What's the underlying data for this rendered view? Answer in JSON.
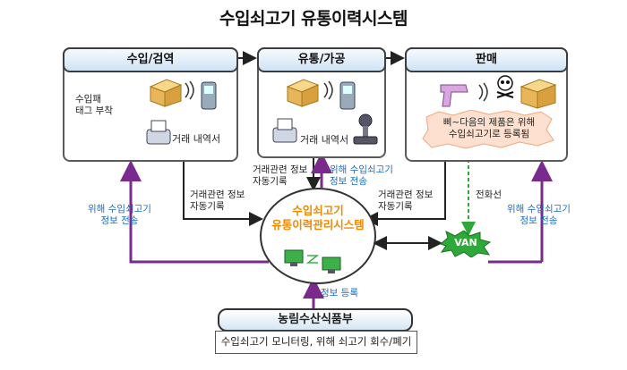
{
  "title": "수입쇠고기 유통이력시스템",
  "stages": [
    {
      "label": "수입/검역",
      "side_text": [
        "수입패",
        "태그 부착"
      ],
      "doc_label": "거래 내역서"
    },
    {
      "label": "유통/가공",
      "doc_label": "거래 내역서"
    },
    {
      "label": "판매",
      "warning": [
        "삐~다음의 제품은 위해",
        "수입쇠고기로 등록됨"
      ]
    }
  ],
  "center": {
    "line1": "수입쇠고기",
    "line2": "유통이력관리시스템"
  },
  "flows": {
    "left_auto_record": [
      "거래관련 정보",
      "자동기록"
    ],
    "mid_auto_record": [
      "거래관련 정보",
      "자동기록"
    ],
    "mid_hazard": [
      "위해 수입쇠고기",
      "정보 전송"
    ],
    "right_auto_record": [
      "거래관련 정보",
      "자동기록"
    ],
    "phone_line": "전화선",
    "left_hazard": [
      "위해 수입쇠고기",
      "정보 전송"
    ],
    "right_hazard": [
      "위해 수입쇠고기",
      "정보 전송"
    ],
    "info_register": "정보 등록",
    "van": "VAN"
  },
  "ministry": {
    "label": "농림수산식품부",
    "task": "수입쇠고기 모니터링, 위해 쇠고기 회수/폐기"
  },
  "colors": {
    "purple": "#7a2a8c",
    "blue_text": "#1b6bc6",
    "orange": "#f08a00",
    "green": "#2fa83a"
  },
  "icons": [
    "beef-box-icon",
    "rfid-signal-icon",
    "handheld-reader-icon",
    "receipt-printer-icon",
    "scale-icon",
    "scanner-gun-icon",
    "skull-icon",
    "monitor-icon"
  ]
}
